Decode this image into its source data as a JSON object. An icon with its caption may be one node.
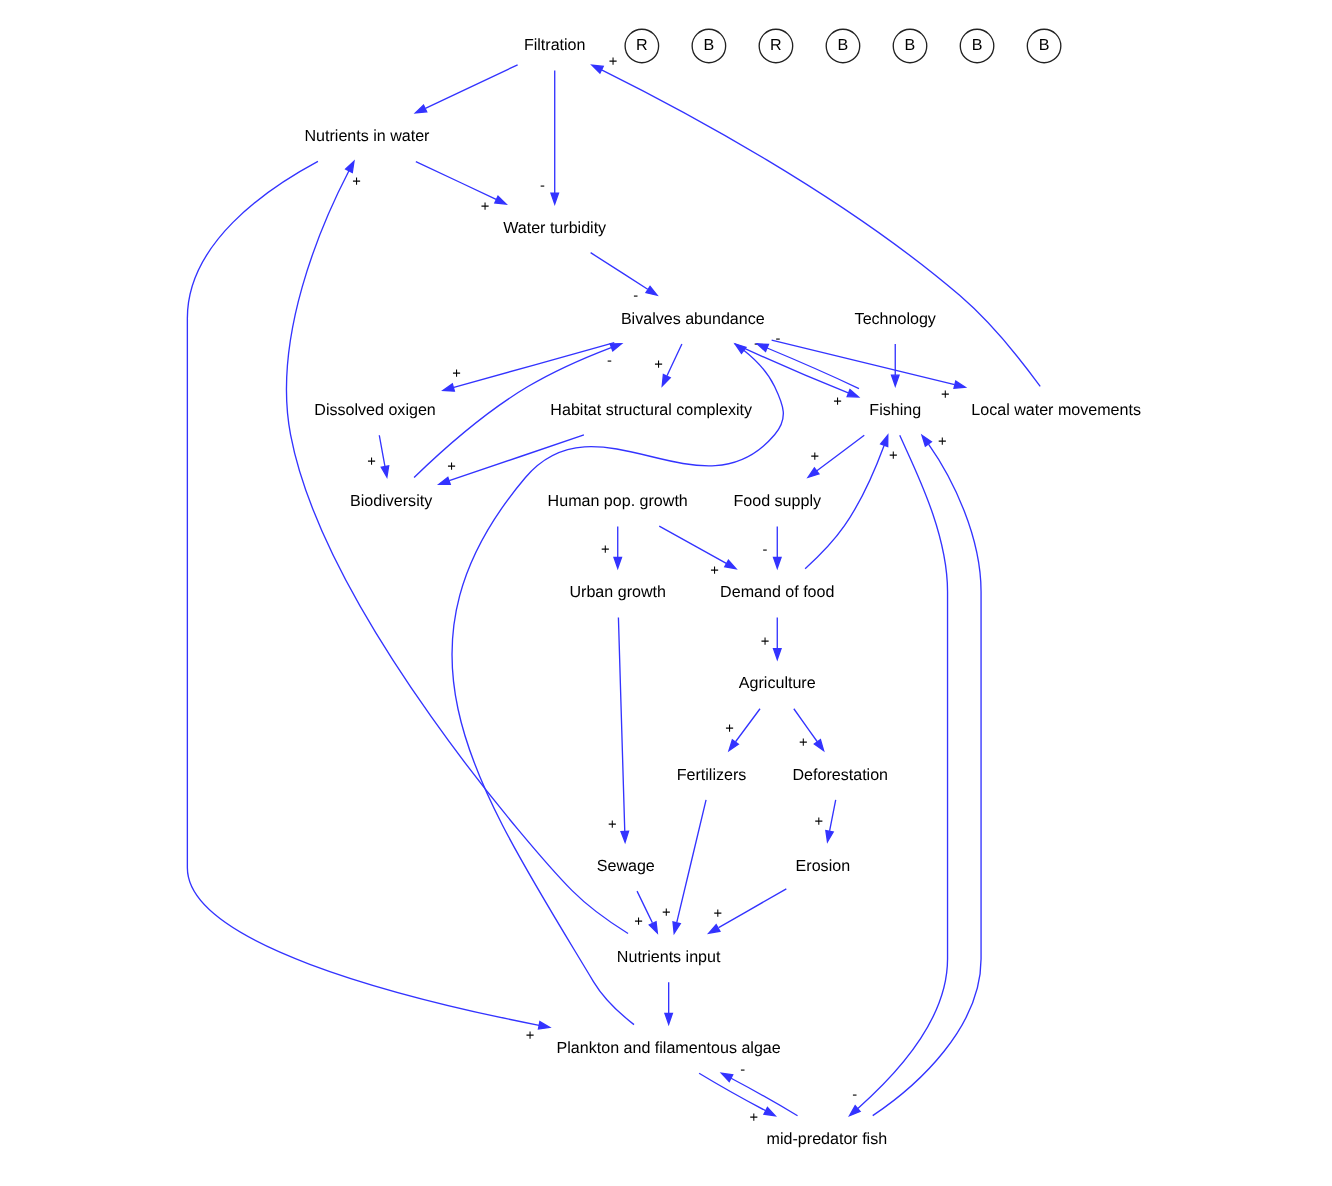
{
  "diagram": {
    "nodes": [
      {
        "text": [
          "Filtration"
        ]
      },
      {
        "text": [
          "Nutrients in water"
        ]
      },
      {
        "text": [
          "Local water movements"
        ]
      },
      {
        "text": [
          "Habitat structural complexity"
        ]
      },
      {
        "text": [
          "Water turbidity"
        ]
      },
      {
        "text": [
          "Biodiversity"
        ]
      },
      {
        "text": [
          "Bivalves abundance"
        ]
      },
      {
        "text": [
          "Plankton and filamentous algae"
        ]
      },
      {
        "text": [
          "Dissolved oxigen"
        ]
      },
      {
        "text": [
          "Fishing"
        ]
      },
      {
        "text": [
          "Technology"
        ]
      },
      {
        "text": [
          "mid-predator fish"
        ]
      },
      {
        "text": [
          "Nutrients input"
        ]
      },
      {
        "text": [
          "Food supply"
        ]
      },
      {
        "text": [
          "Erosion"
        ]
      },
      {
        "text": [
          "Deforestation"
        ]
      },
      {
        "text": [
          "Fertilizers"
        ]
      },
      {
        "text": [
          "Sewage"
        ]
      },
      {
        "text": [
          "Demand of food"
        ]
      },
      {
        "text": [
          "Agriculture"
        ]
      },
      {
        "text": [
          "Urban growth"
        ]
      },
      {
        "text": [
          "Human pop. growth"
        ]
      }
    ],
    "edges": [
      {
        "from": 2,
        "to": 0,
        "arrow": "to",
        "label": "+"
      },
      {
        "from": 0,
        "to": 1,
        "arrow": "to"
      },
      {
        "from": 0,
        "to": 4,
        "arrow": "to",
        "label": "-"
      },
      {
        "from": 1,
        "to": 4,
        "arrow": "to",
        "label": "+"
      },
      {
        "from": 1,
        "to": 7,
        "arrow": "to",
        "label": "+"
      },
      {
        "from": 4,
        "to": 6,
        "arrow": "to",
        "label": "-"
      },
      {
        "from": 6,
        "to": 2,
        "arrow": "to",
        "label": "+"
      },
      {
        "from": 6,
        "to": 3,
        "arrow": "to",
        "label": "+"
      },
      {
        "from": 3,
        "to": 5,
        "arrow": "to",
        "label": "+"
      },
      {
        "from": 5,
        "to": 6,
        "arrow": "to",
        "label": "-"
      },
      {
        "from": 6,
        "to": 8,
        "arrow": "to",
        "label": "+"
      },
      {
        "from": 8,
        "to": 5,
        "arrow": "to",
        "label": "+"
      },
      {
        "from": 6,
        "to": 9,
        "arrow": "to",
        "label": "+"
      },
      {
        "from": 9,
        "to": 6,
        "arrow": "to",
        "label": "-"
      },
      {
        "from": 7,
        "to": 6,
        "arrow": "to",
        "label": "-"
      },
      {
        "from": 10,
        "to": 9,
        "arrow": "to"
      },
      {
        "from": 9,
        "to": 11,
        "arrow": "to",
        "label": "-"
      },
      {
        "from": 11,
        "to": 9,
        "arrow": "to",
        "label": "+"
      },
      {
        "from": 11,
        "to": 7,
        "arrow": "to",
        "label": "-"
      },
      {
        "from": 7,
        "to": 11,
        "arrow": "to",
        "label": "+"
      },
      {
        "from": 12,
        "to": 7,
        "arrow": "to"
      },
      {
        "from": 12,
        "to": 1,
        "arrow": "to",
        "label": "+"
      },
      {
        "from": 9,
        "to": 13,
        "arrow": "to",
        "label": "+"
      },
      {
        "from": 13,
        "to": 18,
        "arrow": "to",
        "label": "-"
      },
      {
        "from": 18,
        "to": 9,
        "arrow": "to",
        "label": "+"
      },
      {
        "from": 18,
        "to": 19,
        "arrow": "to",
        "label": "+"
      },
      {
        "from": 21,
        "to": 18,
        "arrow": "to",
        "label": "+"
      },
      {
        "from": 19,
        "to": 15,
        "arrow": "to",
        "label": "+"
      },
      {
        "from": 15,
        "to": 14,
        "arrow": "to",
        "label": "+"
      },
      {
        "from": 14,
        "to": 12,
        "arrow": "to",
        "label": "+"
      },
      {
        "from": 19,
        "to": 16,
        "arrow": "to",
        "label": "+"
      },
      {
        "from": 16,
        "to": 12,
        "arrow": "to",
        "label": "+"
      },
      {
        "from": 17,
        "to": 12,
        "arrow": "to",
        "label": "+"
      },
      {
        "from": 20,
        "to": 17,
        "arrow": "to",
        "label": "+"
      },
      {
        "from": 21,
        "to": 20,
        "arrow": "to",
        "label": "+"
      }
    ],
    "labels": [
      "R",
      "B",
      "R",
      "B",
      "B",
      "B",
      "B"
    ]
  }
}
